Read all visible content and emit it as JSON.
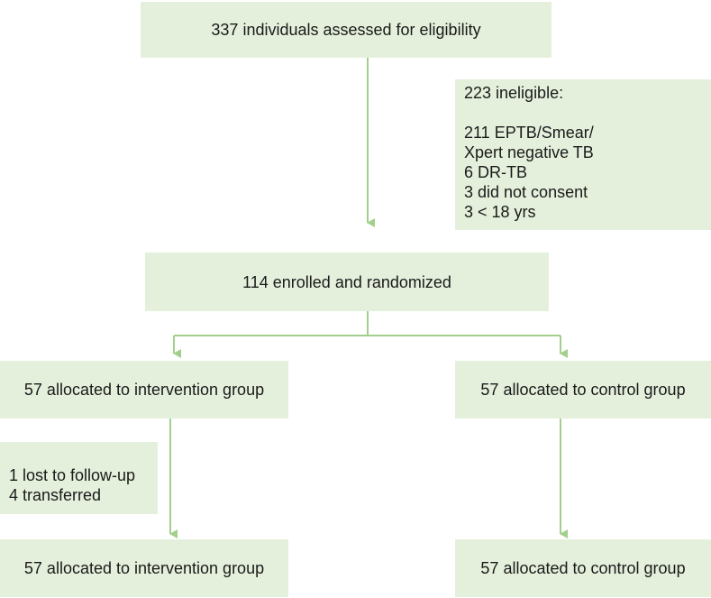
{
  "flowchart": {
    "assessed": "337 individuals assessed for eligibility",
    "ineligible": {
      "title": "223 ineligible:",
      "lines": [
        "211 EPTB/Smear/",
        "Xpert negative TB",
        "6 DR-TB",
        "3 did not consent",
        "3 < 18 yrs"
      ]
    },
    "enrolled": "114 enrolled and randomized",
    "intervention_allocated": "57 allocated to intervention group",
    "control_allocated": "57 allocated to control group",
    "intervention_losses": {
      "lines": [
        "1 lost to follow-up",
        "4 transferred"
      ]
    },
    "intervention_final": "57 allocated to intervention group",
    "control_final": "57 allocated to control group"
  },
  "colors": {
    "box_fill": "#e4f0dc",
    "connector": "#a3cf8c",
    "text": "#1a1a1a"
  }
}
